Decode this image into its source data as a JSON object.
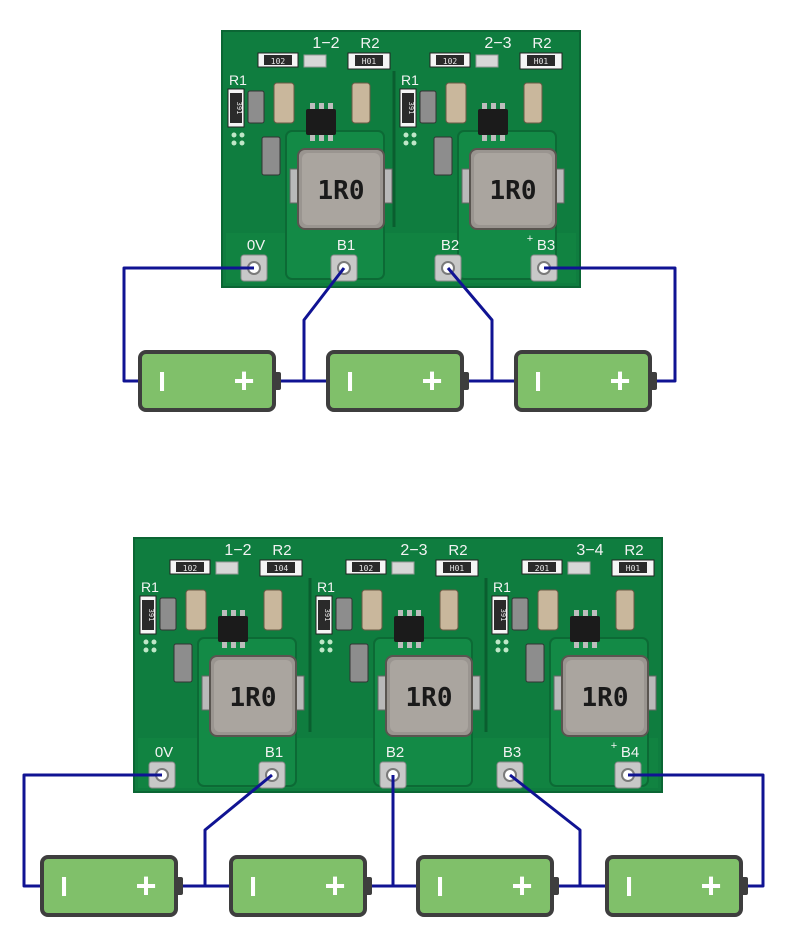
{
  "colors": {
    "pcb": "#0f7d3f",
    "pcb_dark": "#0a5e2f",
    "pcb_edge": "#0b6634",
    "wire": "#101393",
    "battery_fill": "#80c06a",
    "battery_outline": "#3e3e3e",
    "silkscreen": "#f3f3f3"
  },
  "boards": [
    {
      "id": "three-cell-board",
      "cells": [
        {
          "balance_label": "1−2",
          "resistor_label": "R2",
          "sense_resistor_label": "R1",
          "resistor_code": "102",
          "resistor2_code": "H01",
          "sense_code": "391",
          "inductor_marking": "1R0"
        },
        {
          "balance_label": "2−3",
          "resistor_label": "R2",
          "sense_resistor_label": "R1",
          "resistor_code": "102",
          "resistor2_code": "H01",
          "sense_code": "391",
          "inductor_marking": "1R0"
        }
      ],
      "pads": [
        "0V",
        "B1",
        "B2",
        "B3"
      ],
      "plus_marker": "+",
      "batteries": [
        {
          "minus_symbol": "I",
          "plus_symbol": "+"
        },
        {
          "minus_symbol": "I",
          "plus_symbol": "+"
        },
        {
          "minus_symbol": "I",
          "plus_symbol": "+"
        }
      ]
    },
    {
      "id": "four-cell-board",
      "cells": [
        {
          "balance_label": "1−2",
          "resistor_label": "R2",
          "sense_resistor_label": "R1",
          "resistor_code": "102",
          "resistor2_code": "104",
          "sense_code": "391",
          "inductor_marking": "1R0"
        },
        {
          "balance_label": "2−3",
          "resistor_label": "R2",
          "sense_resistor_label": "R1",
          "resistor_code": "102",
          "resistor2_code": "H01",
          "sense_code": "391",
          "inductor_marking": "1R0"
        },
        {
          "balance_label": "3−4",
          "resistor_label": "R2",
          "sense_resistor_label": "R1",
          "resistor_code": "201",
          "resistor2_code": "H01",
          "sense_code": "391",
          "inductor_marking": "1R0"
        }
      ],
      "pads": [
        "0V",
        "B1",
        "B2",
        "B3",
        "B4"
      ],
      "plus_marker": "+",
      "batteries": [
        {
          "minus_symbol": "I",
          "plus_symbol": "+"
        },
        {
          "minus_symbol": "I",
          "plus_symbol": "+"
        },
        {
          "minus_symbol": "I",
          "plus_symbol": "+"
        },
        {
          "minus_symbol": "I",
          "plus_symbol": "+"
        }
      ]
    }
  ]
}
